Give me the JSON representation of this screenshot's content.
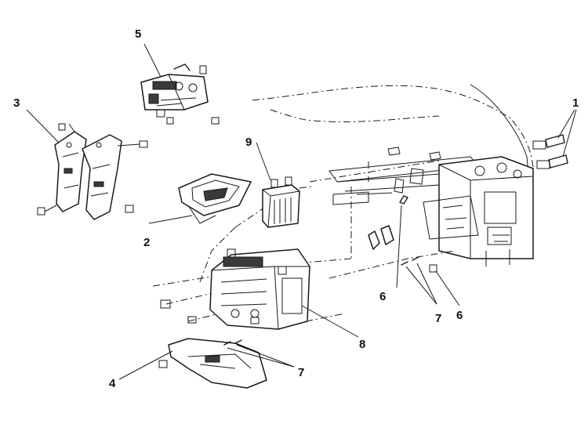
{
  "callouts": {
    "c1": "1",
    "c2": "2",
    "c3": "3",
    "c4": "4",
    "c5": "5",
    "c6a": "6",
    "c6b": "6",
    "c7a": "7",
    "c7b": "7",
    "c8": "8",
    "c9": "9"
  }
}
